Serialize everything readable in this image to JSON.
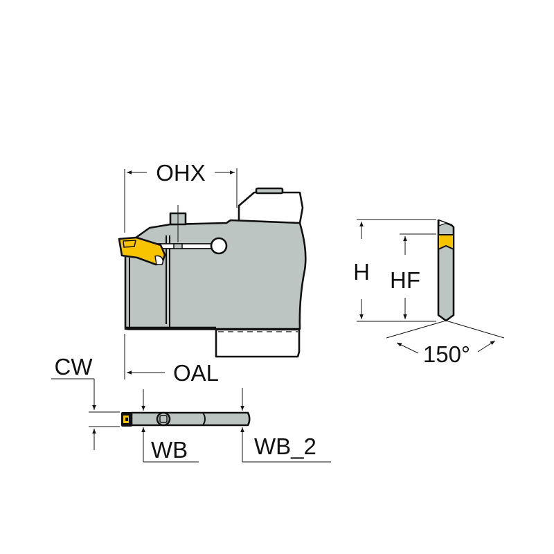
{
  "diagram": {
    "subject": "Parting/grooving tool blade with insert — dimension drawing",
    "colors": {
      "body": "#bcc5c1",
      "insert": "#f8c400",
      "outline": "#111111",
      "background": "#ffffff"
    },
    "views": {
      "side_view": {
        "dimensions": {
          "ohx": "OHX",
          "oal": "OAL"
        }
      },
      "end_view": {
        "dimensions": {
          "h": "H",
          "hf": "HF",
          "angle": "150°"
        }
      },
      "top_view": {
        "dimensions": {
          "cw": "CW",
          "wb": "WB",
          "wb_2": "WB_2"
        }
      }
    }
  }
}
